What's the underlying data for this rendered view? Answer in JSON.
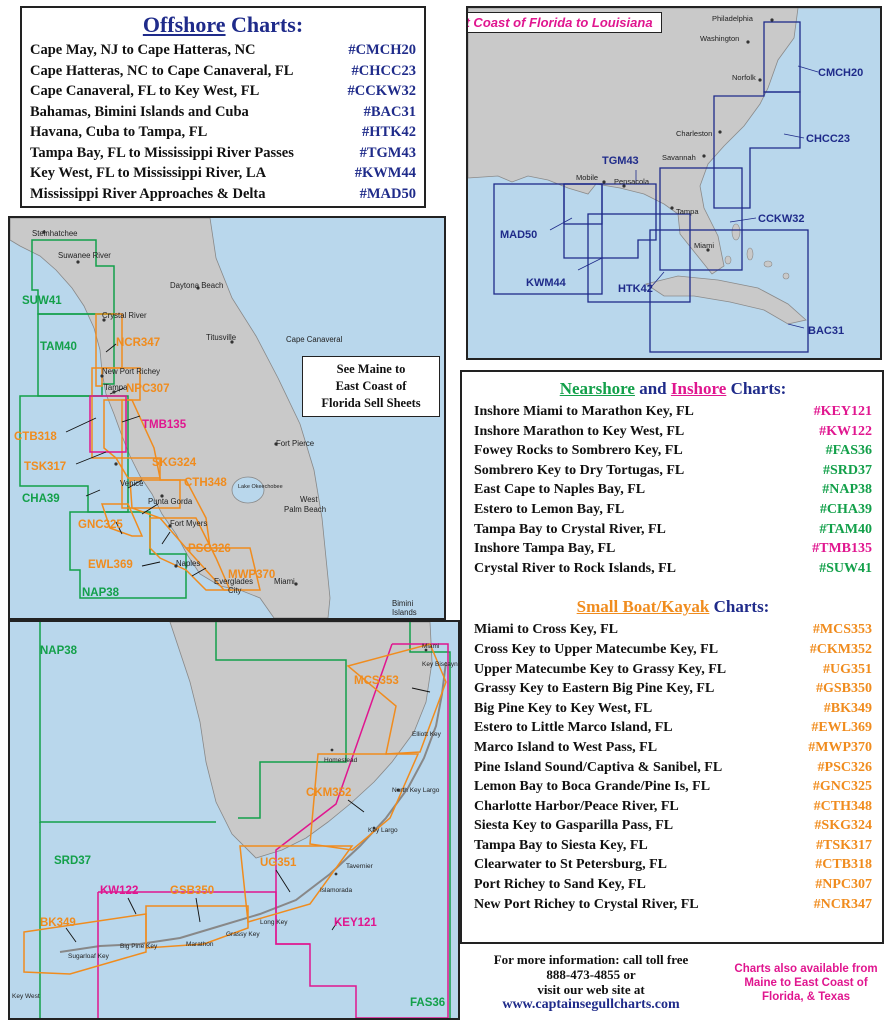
{
  "offshore": {
    "title_word": "Offshore",
    "title_rest": " Charts:",
    "items": [
      {
        "label": "Cape May, NJ to Cape Hatteras, NC",
        "code": "#CMCH20"
      },
      {
        "label": "Cape Hatteras, NC to Cape Canaveral, FL",
        "code": "#CHCC23"
      },
      {
        "label": "Cape Canaveral, FL to Key West, FL",
        "code": "#CCKW32"
      },
      {
        "label": "Bahamas, Bimini Islands and Cuba",
        "code": "#BAC31"
      },
      {
        "label": "Havana, Cuba to Tampa, FL",
        "code": "#HTK42"
      },
      {
        "label": "Tampa Bay, FL to Mississippi River Passes",
        "code": "#TGM43"
      },
      {
        "label": "Key West, FL to Mississippi River, LA",
        "code": "#KWM44"
      },
      {
        "label": "Mississippi River Approaches & Delta",
        "code": "#MAD50"
      }
    ]
  },
  "nearshore": {
    "title_word1": "Nearshore",
    "title_and": " and ",
    "title_word2": "Inshore",
    "title_rest": " Charts:",
    "items": [
      {
        "label": "Inshore Miami to Marathon Key, FL",
        "code": "#KEY121",
        "color": "#e0168f"
      },
      {
        "label": "Inshore Marathon to Key West, FL",
        "code": "#KW122",
        "color": "#e0168f"
      },
      {
        "label": "Fowey Rocks to Sombrero Key, FL",
        "code": "#FAS36",
        "color": "#13a04a"
      },
      {
        "label": "Sombrero Key to Dry Tortugas, FL",
        "code": "#SRD37",
        "color": "#13a04a"
      },
      {
        "label": "East Cape to Naples Bay, FL",
        "code": "#NAP38",
        "color": "#13a04a"
      },
      {
        "label": "Estero to Lemon Bay, FL",
        "code": "#CHA39",
        "color": "#13a04a"
      },
      {
        "label": "Tampa Bay to Crystal River, FL",
        "code": "#TAM40",
        "color": "#13a04a"
      },
      {
        "label": "Inshore Tampa Bay, FL",
        "code": "#TMB135",
        "color": "#e0168f"
      },
      {
        "label": "Crystal River to Rock Islands, FL",
        "code": "#SUW41",
        "color": "#13a04a"
      }
    ]
  },
  "smallboat": {
    "title_word": "Small Boat/Kayak",
    "title_rest": " Charts:",
    "items": [
      {
        "label": "Miami to Cross Key, FL",
        "code": "#MCS353"
      },
      {
        "label": "Cross Key to Upper Matecumbe Key, FL",
        "code": "#CKM352"
      },
      {
        "label": "Upper Matecumbe Key to Grassy Key, FL",
        "code": "#UG351"
      },
      {
        "label": "Grassy Key to Eastern Big Pine Key, FL",
        "code": "#GSB350"
      },
      {
        "label": "Big Pine Key to Key West, FL",
        "code": "#BK349"
      },
      {
        "label": "Estero to Little Marco Island, FL",
        "code": "#EWL369"
      },
      {
        "label": "Marco Island to West Pass, FL",
        "code": "#MWP370"
      },
      {
        "label": "Pine Island Sound/Captiva & Sanibel, FL",
        "code": "#PSC326"
      },
      {
        "label": "Lemon Bay to Boca Grande/Pine Is, FL",
        "code": "#GNC325"
      },
      {
        "label": "Charlotte Harbor/Peace River, FL",
        "code": "#CTH348"
      },
      {
        "label": "Siesta Key to Gasparilla Pass, FL",
        "code": "#SKG324"
      },
      {
        "label": "Tampa Bay to Siesta Key, FL",
        "code": "#TSK317"
      },
      {
        "label": "Clearwater to St Petersburg, FL",
        "code": "#CTB318"
      },
      {
        "label": "Port Richey to Sand Key, FL",
        "code": "#NPC307"
      },
      {
        "label": "New Port Richey to Crystal River, FL",
        "code": "#NCR347"
      }
    ]
  },
  "east_map": {
    "banner": "West Coast of Florida to Louisiana",
    "places": [
      "Philadelphia",
      "Washington",
      "Norfolk",
      "Charleston",
      "Savannah",
      "Mobile",
      "Pensacola",
      "Tampa",
      "Miami"
    ],
    "charts": [
      "CMCH20",
      "CHCC23",
      "CCKW32",
      "BAC31",
      "HTK42",
      "TGM43",
      "MAD50",
      "KWM44"
    ]
  },
  "florida_map": {
    "callout": [
      "See Maine to",
      "East Coast of",
      "Florida Sell Sheets"
    ],
    "places": [
      "Steinhatchee",
      "Suwanee River",
      "Daytona Beach",
      "Crystal River",
      "Titusville",
      "Cape Canaveral",
      "New Port Richey",
      "Tampa",
      "Fort Pierce",
      "Venice",
      "Punta Gorda",
      "Lake Okeechobee",
      "West",
      "Palm Beach",
      "Fort Myers",
      "Naples",
      "Everglades",
      "City",
      "Miami",
      "Bimini",
      "Islands"
    ],
    "charts": [
      "SUW41",
      "TAM40",
      "NCR347",
      "NPC307",
      "TMB135",
      "CTB318",
      "TSK317",
      "SKG324",
      "CTH348",
      "CHA39",
      "GNC325",
      "PSC326",
      "EWL369",
      "MWP370",
      "NAP38"
    ]
  },
  "keys_map": {
    "places": [
      "Miami",
      "Key Biscayne",
      "Elliott Key",
      "Homestead",
      "North Key Largo",
      "Key Largo",
      "Tavernier",
      "Islamorada",
      "Long Key",
      "Grassy Key",
      "Marathon",
      "Big Pine Key",
      "Sugarloaf Key",
      "Key West"
    ],
    "charts": [
      "NAP38",
      "MCS353",
      "CKM352",
      "SRD37",
      "UG351",
      "KW122",
      "GSB350",
      "KEY121",
      "BK349",
      "FAS36"
    ]
  },
  "footer": {
    "info_line1": "For more information: call toll free",
    "info_line2": "888-473-4855 or",
    "info_line3": "visit our web site at",
    "website": "www.captainsegullcharts.com",
    "note_line1": "Charts also available from",
    "note_line2": "Maine to East Coast of",
    "note_line3": "Florida, & Texas"
  },
  "colors": {
    "navy": "#1f2b8a",
    "green": "#13a04a",
    "magenta": "#e0168f",
    "orange": "#f08c1e",
    "water": "#b9d7ec",
    "land": "#c9c9c9"
  }
}
